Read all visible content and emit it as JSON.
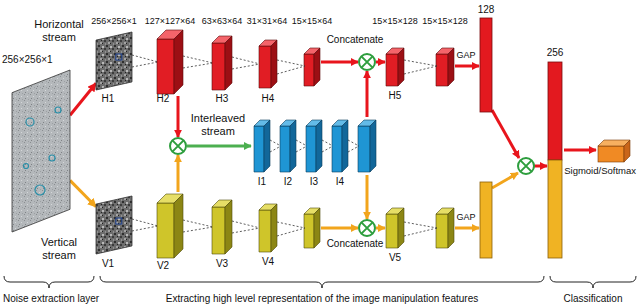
{
  "diagram": {
    "nodes": [
      {
        "text": [
          "256×256×1"
        ]
      },
      {
        "text": [
          "256×256×1",
          "H1"
        ]
      },
      {
        "text": [
          "127×127×64",
          "H2"
        ]
      },
      {
        "text": [
          "63×63×64",
          "H3"
        ]
      },
      {
        "text": [
          "31×31×64",
          "H4"
        ]
      },
      {
        "text": [
          "15×15×128",
          "H5"
        ]
      },
      {
        "text": [
          "I1"
        ]
      },
      {
        "text": [
          "I2"
        ]
      },
      {
        "text": [
          "I3"
        ]
      },
      {
        "text": [
          "I4"
        ]
      },
      {
        "text": [
          "V1"
        ]
      },
      {
        "text": [
          "V2"
        ]
      },
      {
        "text": [
          "V3"
        ]
      },
      {
        "text": [
          "V4"
        ]
      },
      {
        "text": [
          "V5"
        ]
      }
    ],
    "edges": [
      {
        "from": 0,
        "to": 1,
        "arrow": "to"
      },
      {
        "from": 0,
        "to": 10,
        "arrow": "to"
      },
      {
        "from": 1,
        "to": 2,
        "arrow": "none"
      },
      {
        "from": 2,
        "to": 3,
        "arrow": "none"
      },
      {
        "from": 3,
        "to": 4,
        "arrow": "none"
      },
      {
        "from": 10,
        "to": 11,
        "arrow": "none"
      },
      {
        "from": 11,
        "to": 12,
        "arrow": "none"
      },
      {
        "from": 12,
        "to": 13,
        "arrow": "none"
      },
      {
        "from": 6,
        "to": 7,
        "arrow": "none"
      },
      {
        "from": 7,
        "to": 8,
        "arrow": "none"
      },
      {
        "from": 8,
        "to": 9,
        "arrow": "none"
      }
    ],
    "labels": [
      "Horizontal stream",
      "Vertical stream",
      "Interleaved stream",
      "15×15×64",
      "Concatenate",
      "15×15×128",
      "GAP",
      "128",
      "Concatenate",
      "GAP",
      "256",
      "Sigmoid/Softmax",
      "Noise extraction layer",
      "Extracting high level representation of the image manipulation features",
      "Classification"
    ]
  }
}
